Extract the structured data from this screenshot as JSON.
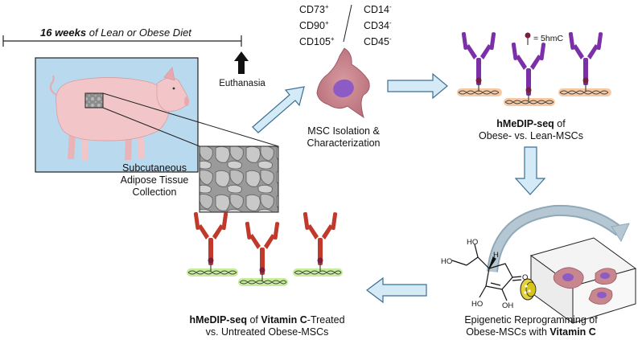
{
  "timeline": {
    "weeks_label": "16 weeks",
    "diet_label": "of Lean or Obese Diet"
  },
  "euthanasia_label": "Euthanasia",
  "markers": {
    "positive": [
      {
        "name": "CD73",
        "sign": "+"
      },
      {
        "name": "CD90",
        "sign": "+"
      },
      {
        "name": "CD105",
        "sign": "+"
      }
    ],
    "negative": [
      {
        "name": "CD14",
        "sign": "-"
      },
      {
        "name": "CD34",
        "sign": "-"
      },
      {
        "name": "CD45",
        "sign": "-"
      }
    ]
  },
  "msc": {
    "line1": "MSC Isolation &",
    "line2": "Characterization"
  },
  "tissue": {
    "line1": "Subcutaneous",
    "line2": "Adipose Tissue",
    "line3": "Collection"
  },
  "legend": {
    "label": "= 5hmC"
  },
  "hmedip1": {
    "bold": "hMeDIP-seq",
    "rest": " of",
    "line2": "Obese- vs. Lean-MSCs"
  },
  "reprog": {
    "line1": "Epigenetic Reprogramming of",
    "line2_plain": "Obese-MSCs with ",
    "line2_bold": "Vitamin C"
  },
  "hmedip2": {
    "bold1": "hMeDIP-seq",
    "mid": " of ",
    "bold2": "Vitamin C",
    "rest": "-Treated",
    "line2": "vs. Untreated Obese-MSCs"
  },
  "vitc_atoms": {
    "ho1": "HO",
    "ho2": "HO",
    "ho3": "HO",
    "oh": "OH",
    "o": "O",
    "h": "H"
  },
  "colors": {
    "antibody_purple": "#7b2fa8",
    "antibody_red": "#c0392b",
    "dna_peach": "#f6c9a3",
    "dna_green": "#c7ec9a",
    "arrow_fill": "#d4eaf6",
    "arrow_stroke": "#3a6f94",
    "cell_pink": "#c8868e",
    "nucleus_purple": "#8d5bc4",
    "pig_pink": "#f2c6c8",
    "panel_blue": "#b9d9ee"
  }
}
